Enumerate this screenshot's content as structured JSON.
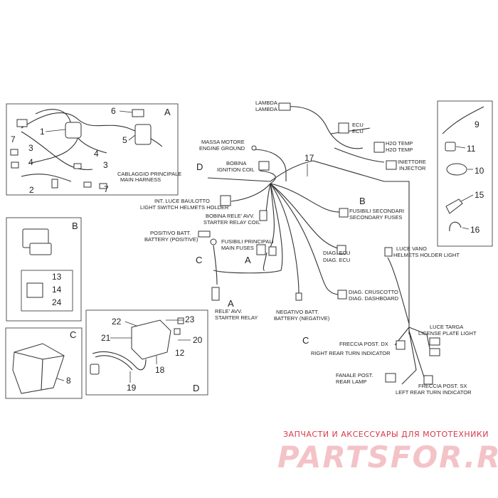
{
  "labels": {
    "lambda_a": "LAMBDA",
    "lambda_b": "LAMBDA",
    "massa_motore": "MASSA MOTORE",
    "engine_ground": "ENGINE GROUND",
    "ecu_a": "ECU",
    "ecu_b": "ECU",
    "h2o_temp_a": "H2O TEMP",
    "h2o_temp_b": "H2O TEMP",
    "iniettore": "INIETTORE",
    "injector": "INJECTOR",
    "bobina": "BOBINA",
    "ignition_coil": "IGNITION COIL",
    "int_luce_baulotto": "INT. LUCE BAULOTTO",
    "light_switch": "LIGHT SWITCH HELMETS HOLDER",
    "bobina_rele": "BOBINA RELE' AVV.",
    "starter_relay_coil": "STARTER RELAY COIL",
    "positivo_batt": "POSITIVO BATT.",
    "battery_positive": "BATTERY (POSITIVE)",
    "fusibili_principali": "FUSIBILI PRINCIPALI",
    "main_fuses": "MAIN FUSES",
    "fusibili_secondari": "FUSIBILI SECONDARI",
    "secondary_fuses": "SECONDARY FUSES",
    "luce_vano": "LUCE VANO",
    "helmets_holder_light": "HELMETS HOLDER LIGHT",
    "diag_ecu_a": "DIAG. ECU",
    "diag_ecu_b": "DIAG. ECU",
    "diag_cruscotto": "DIAG. CRUSCOTTO",
    "diag_dashboard": "DIAG. DASHBOARD",
    "rele_avv": "RELE' AVV.",
    "starter_relay": "STARTER RELAY",
    "negativo_batt": "NEGATIVO BATT.",
    "battery_negative": "BATTERY (NEGATIVE)",
    "luce_targa": "LUCE TARGA",
    "license_plate_light": "LICENSE PLATE LIGHT",
    "freccia_post_dx": "FRECCIA POST. DX",
    "right_rear_turn": "RIGHT REAR TURN INDICATOR",
    "fanale_post": "FANALE POST.",
    "rear_lamp": "REAR LAMP",
    "freccia_post_sx": "FRECCIA POST. SX",
    "left_rear_turn": "LEFT REAR TURN INDICATOR",
    "cablaggio": "CABLAGGIO PRINCIPALE",
    "main_harness": "MAIN HARNESS"
  },
  "letters": {
    "a_panel": "A",
    "b_panel": "B",
    "c_panel": "C",
    "d_panel": "D",
    "d_wire": "D",
    "c_wire": "C",
    "a_fuse": "A",
    "b_fuse": "B",
    "a_relay": "A",
    "c_rear": "C"
  },
  "numbers": {
    "n1": "1",
    "n2": "2",
    "n3a": "3",
    "n3b": "3",
    "n4a": "4",
    "n4b": "4",
    "n5": "5",
    "n6": "6",
    "n7a": "7",
    "n7b": "7",
    "n8": "8",
    "n9": "9",
    "n10": "10",
    "n11": "11",
    "n12": "12",
    "n13": "13",
    "n14": "14",
    "n15": "15",
    "n16": "16",
    "n17": "17",
    "n18": "18",
    "n19": "19",
    "n20": "20",
    "n21": "21",
    "n22": "22",
    "n23": "23",
    "n24": "24"
  },
  "watermark": {
    "tagline": "ЗАПЧАСТИ И АКСЕССУАРЫ ДЛЯ МОТОТЕХНИКИ",
    "logo": "PARTSFOR.RU"
  },
  "colors": {
    "line": "#333333",
    "watermark_red": "#d63a4a",
    "watermark_pink": "#f3c3c8"
  }
}
